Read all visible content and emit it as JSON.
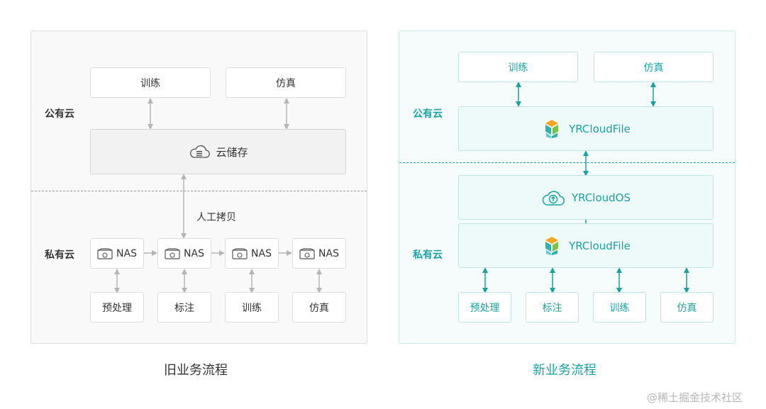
{
  "old_flow": {
    "caption": "旧业务流程",
    "public_label": "公有云",
    "private_label": "私有云",
    "top_boxes": [
      "训练",
      "仿真"
    ],
    "cloud_storage": "云储存",
    "manual_copy": "人工拷贝",
    "nas_boxes": [
      "NAS",
      "NAS",
      "NAS",
      "NAS"
    ],
    "task_boxes": [
      "预处理",
      "标注",
      "训练",
      "仿真"
    ]
  },
  "new_flow": {
    "caption": "新业务流程",
    "public_label": "公有云",
    "private_label": "私有云",
    "top_boxes": [
      "训练",
      "仿真"
    ],
    "cloudfile_public": "YRCloudFile",
    "cloudos": "YRCloudOS",
    "cloudfile_private": "YRCloudFile",
    "task_boxes": [
      "预处理",
      "标注",
      "训练",
      "仿真"
    ]
  },
  "watermark": "@稀土掘金技术社区",
  "colors": {
    "teal": "#17a3a6",
    "gray_text": "#333333",
    "arrow_gray": "#b5b5b5"
  },
  "icons": [
    "cloud-storage-icon",
    "nas-icon",
    "yrcloudfile-logo-icon",
    "cloud-upload-icon"
  ]
}
